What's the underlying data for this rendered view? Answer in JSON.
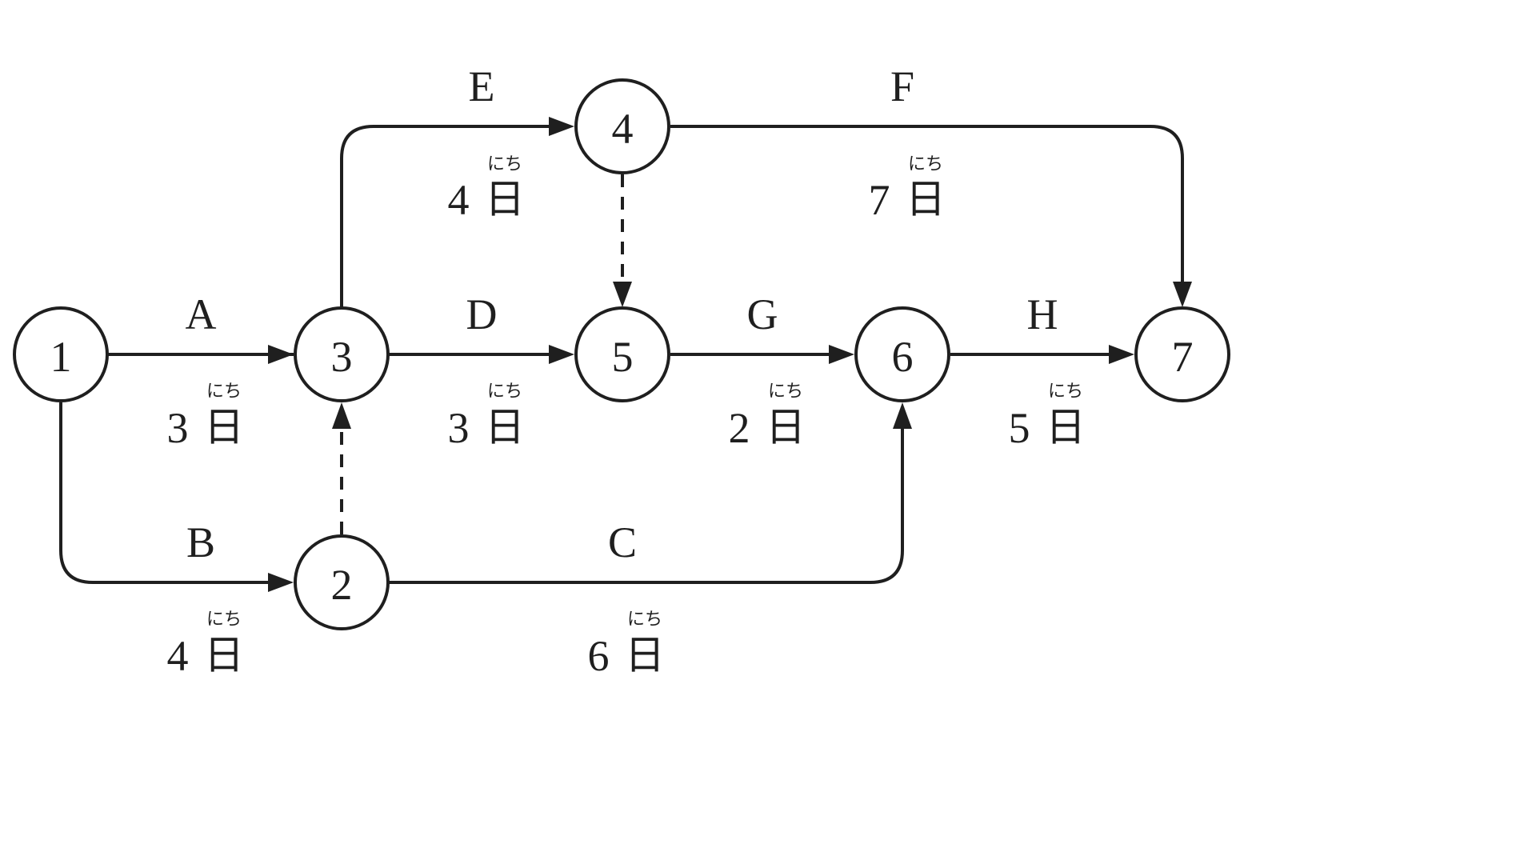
{
  "colors": {
    "ink": "#1f1f1f",
    "background": "#ffffff"
  },
  "nodes": {
    "n1": "1",
    "n2": "2",
    "n3": "3",
    "n4": "4",
    "n5": "5",
    "n6": "6",
    "n7": "7"
  },
  "activities": {
    "A": {
      "label": "A",
      "days": "3",
      "unit": "日",
      "ruby": "にち"
    },
    "B": {
      "label": "B",
      "days": "4",
      "unit": "日",
      "ruby": "にち"
    },
    "C": {
      "label": "C",
      "days": "6",
      "unit": "日",
      "ruby": "にち"
    },
    "D": {
      "label": "D",
      "days": "3",
      "unit": "日",
      "ruby": "にち"
    },
    "E": {
      "label": "E",
      "days": "4",
      "unit": "日",
      "ruby": "にち"
    },
    "F": {
      "label": "F",
      "days": "7",
      "unit": "日",
      "ruby": "にち"
    },
    "G": {
      "label": "G",
      "days": "2",
      "unit": "日",
      "ruby": "にち"
    },
    "H": {
      "label": "H",
      "days": "5",
      "unit": "日",
      "ruby": "にち"
    }
  }
}
